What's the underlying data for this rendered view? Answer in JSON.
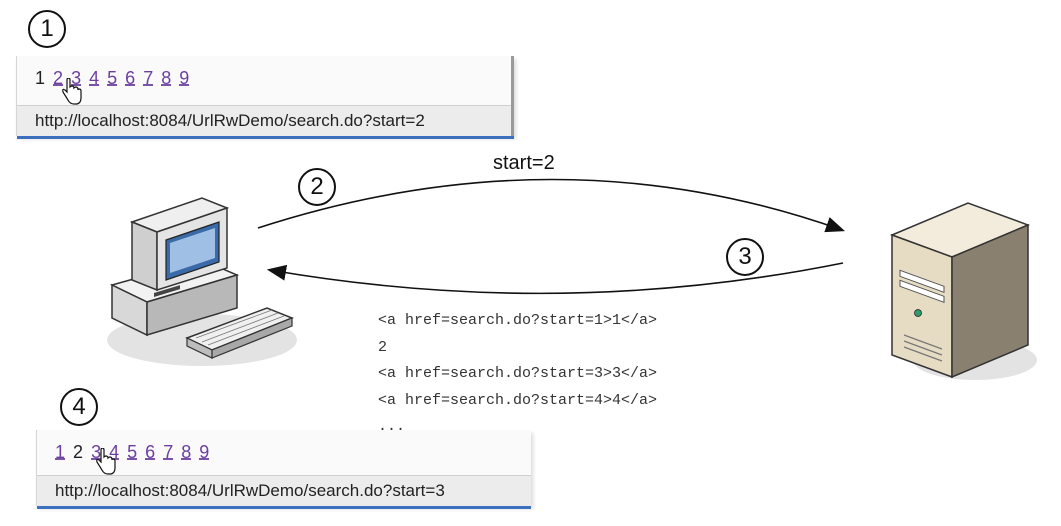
{
  "steps": {
    "s1": "1",
    "s2": "2",
    "s3": "3",
    "s4": "4"
  },
  "request_label": "start=2",
  "browser_top": {
    "pages": [
      "1",
      "2",
      "3",
      "4",
      "5",
      "6",
      "7",
      "8",
      "9"
    ],
    "current": "1",
    "status_url": "http://localhost:8084/UrlRwDemo/search.do?start=2"
  },
  "browser_bottom": {
    "pages": [
      "1",
      "2",
      "3",
      "4",
      "5",
      "6",
      "7",
      "8",
      "9"
    ],
    "current": "2",
    "status_url": "http://localhost:8084/UrlRwDemo/search.do?start=3"
  },
  "response_lines": [
    "<a href=search.do?start=1>1</a>",
    "2",
    "<a href=search.do?start=3>3</a>",
    "<a href=search.do?start=4>4</a>",
    "..."
  ],
  "icons": [
    "hand-cursor-icon",
    "computer-icon",
    "server-icon"
  ],
  "colors": {
    "link": "#6b3fa0",
    "accent": "#3c6fbd"
  }
}
